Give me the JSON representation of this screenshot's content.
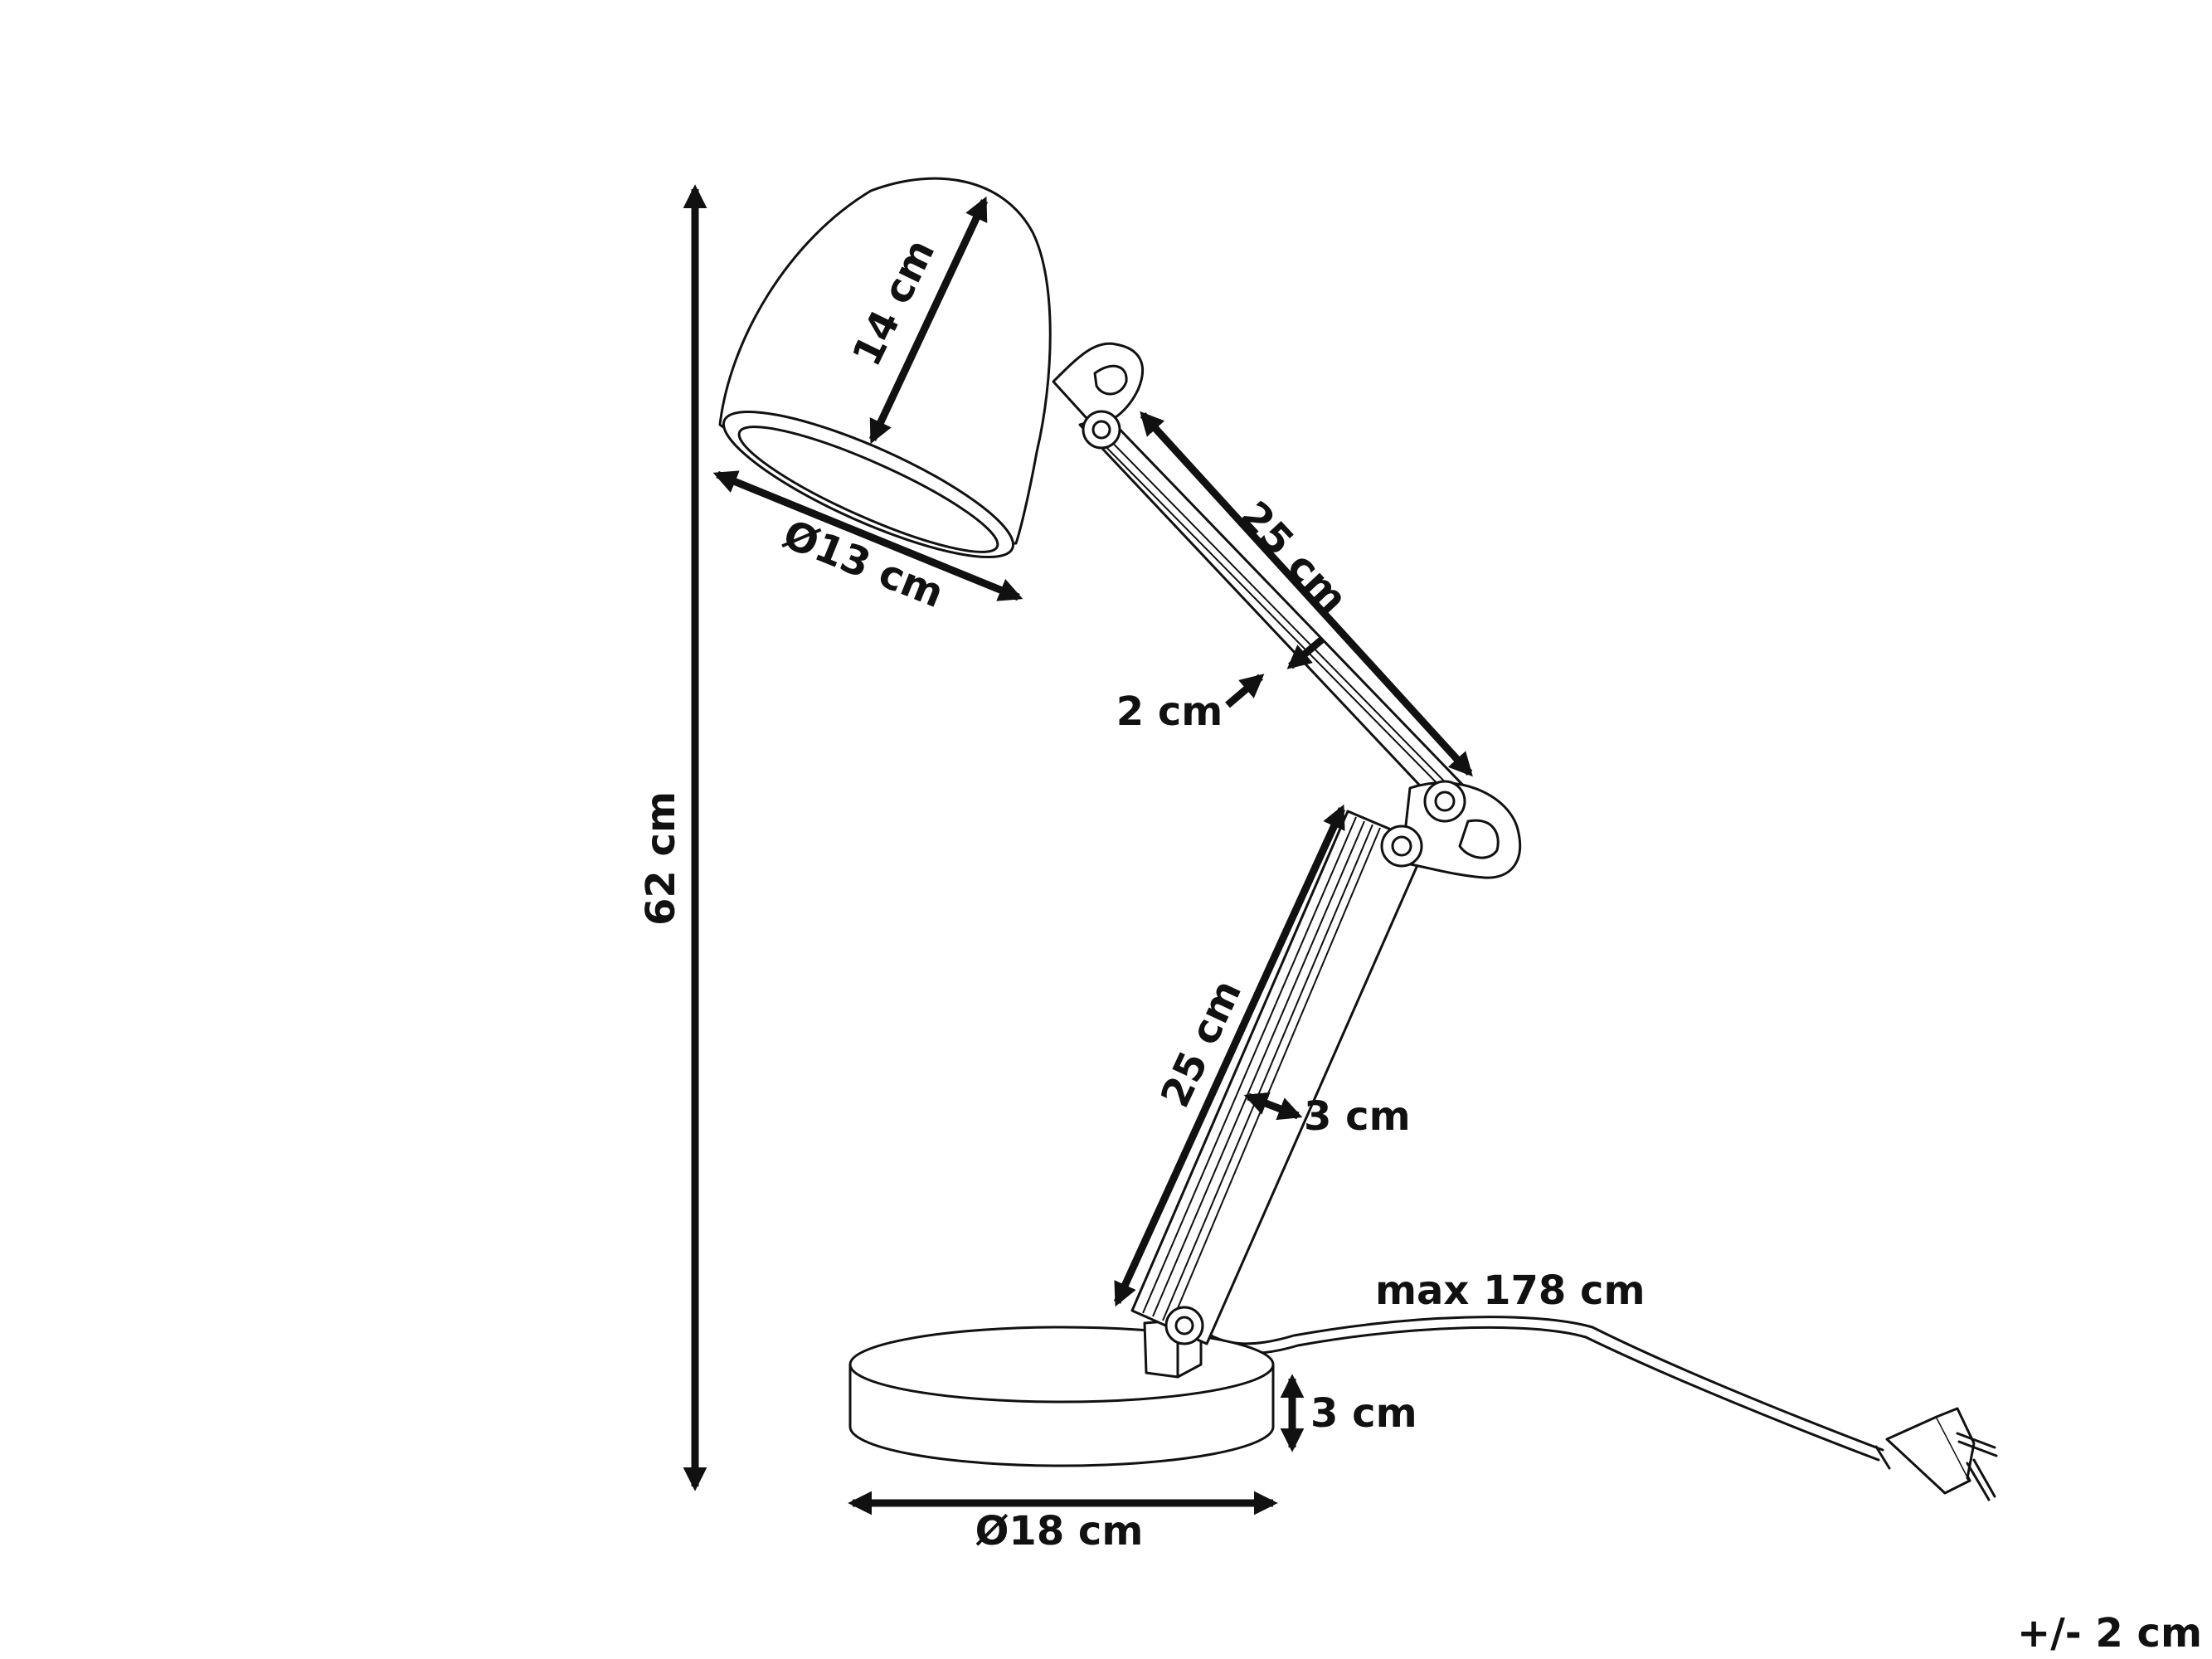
{
  "dimensions": {
    "total_height": "62 cm",
    "shade_height": "14 cm",
    "shade_diameter": "Ø13 cm",
    "upper_arm_length": "25 cm",
    "upper_arm_width": "2 cm",
    "lower_arm_length": "25 cm",
    "lower_arm_width": "3 cm",
    "base_height": "3 cm",
    "base_diameter": "Ø18 cm",
    "cable_length": "max 178 cm",
    "tolerance": "+/- 2 cm"
  },
  "colors": {
    "line": "#111111",
    "background": "#ffffff"
  }
}
